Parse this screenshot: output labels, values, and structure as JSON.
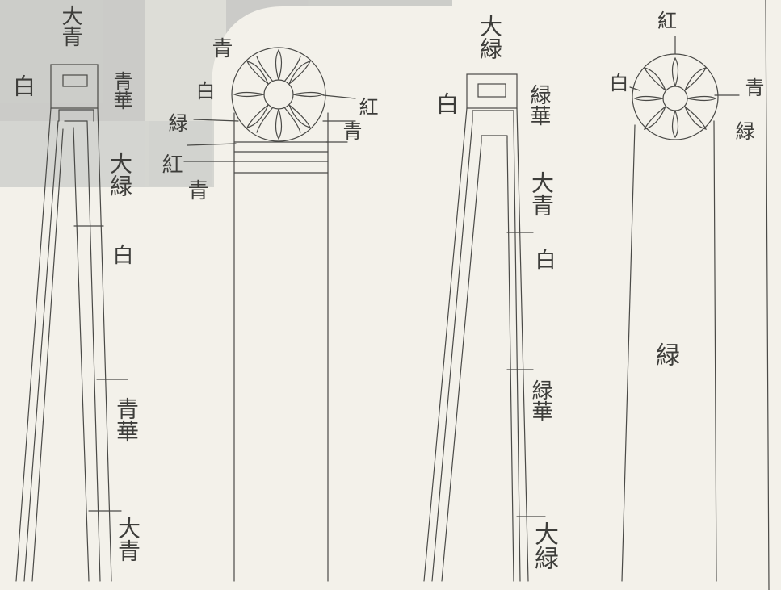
{
  "title": "",
  "colors": {
    "paper": "#f3f1ea",
    "ink": "#3d3d3a",
    "overlay": "#c8c9c6"
  },
  "left_pillar": {
    "top": "大青",
    "left": "白",
    "r1": "青華",
    "r2": "大緑",
    "r3": "白",
    "r4": "青華",
    "r5": "大青"
  },
  "left_disc": {
    "l1": "青",
    "l2": "白",
    "l3": "緑",
    "l4": "紅",
    "l5": "青",
    "r1": "紅",
    "r2": "青"
  },
  "right_pillar": {
    "top": "大緑",
    "left": "白",
    "r1": "緑華",
    "r2": "大青",
    "r3": "白",
    "r4": "緑華",
    "r5": "大緑"
  },
  "right_disc": {
    "top": "紅",
    "left": "白",
    "right1": "青",
    "right2": "緑",
    "center": "緑"
  }
}
